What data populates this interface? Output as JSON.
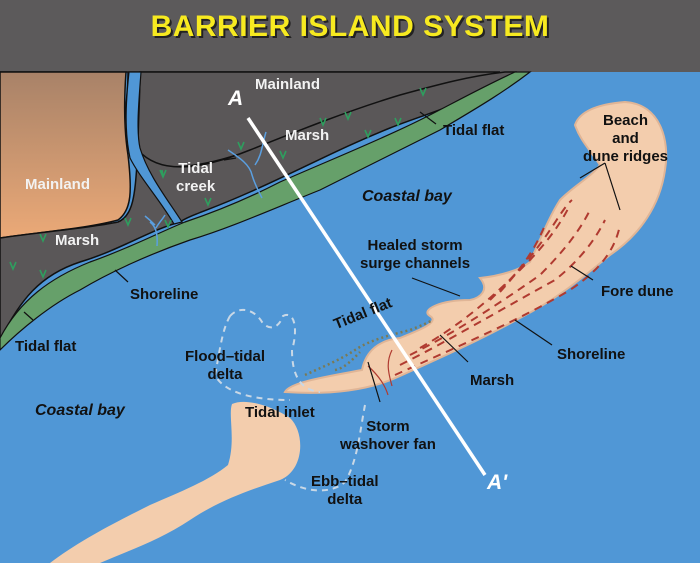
{
  "title": "BARRIER ISLAND SYSTEM",
  "colors": {
    "header_bg": "#5c5a5b",
    "title": "#f7ea20",
    "water": "#5097d6",
    "mainland": "#c9966e",
    "marsh": "#5a5758",
    "tidal_flat_green": "#66a06a",
    "sand": "#f3cdad",
    "dune_dash": "#b03a30",
    "section_line": "#ffffff"
  },
  "section_line": {
    "start_label": "A",
    "end_label": "A'"
  },
  "labels": {
    "mainland_top": "Mainland",
    "mainland_left": "Mainland",
    "marsh_upper": "Marsh",
    "marsh_left": "Marsh",
    "tidal_creek": "Tidal\ncreek",
    "tidal_flat_upper": "Tidal flat",
    "tidal_flat_left": "Tidal flat",
    "shoreline_mainland": "Shoreline",
    "coastal_bay_upper": "Coastal bay",
    "coastal_bay_lower": "Coastal bay",
    "beach_dune": "Beach\nand\ndune ridges",
    "healed_channels": "Healed storm\nsurge channels",
    "fore_dune": "Fore dune",
    "shoreline_island": "Shoreline",
    "tidal_flat_island": "Tidal flat",
    "flood_tidal_delta": "Flood–tidal\ndelta",
    "marsh_island": "Marsh",
    "tidal_inlet": "Tidal inlet",
    "storm_washover": "Storm\nwashover fan",
    "ebb_tidal_delta": "Ebb–tidal\ndelta"
  },
  "icons": [
    "marsh-grass-icon"
  ]
}
